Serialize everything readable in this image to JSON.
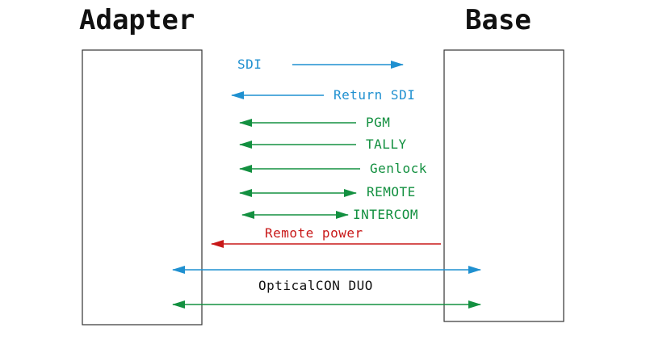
{
  "colors": {
    "blue": "#1f90d0",
    "green": "#139040",
    "red": "#c81818",
    "black": "#111111"
  },
  "left_box": {
    "title": "Adapter"
  },
  "right_box": {
    "title": "Base"
  },
  "signals": [
    {
      "id": "sdi",
      "label": "SDI",
      "color": "blue",
      "direction": "to-base"
    },
    {
      "id": "return-sdi",
      "label": "Return SDI",
      "color": "blue",
      "direction": "to-adapter"
    },
    {
      "id": "pgm",
      "label": "PGM",
      "color": "green",
      "direction": "to-adapter"
    },
    {
      "id": "tally",
      "label": "TALLY",
      "color": "green",
      "direction": "to-adapter"
    },
    {
      "id": "genlock",
      "label": "Genlock",
      "color": "green",
      "direction": "to-adapter"
    },
    {
      "id": "remote",
      "label": "REMOTE",
      "color": "green",
      "direction": "both"
    },
    {
      "id": "intercom",
      "label": "INTERCOM",
      "color": "green",
      "direction": "both"
    },
    {
      "id": "remote-power",
      "label": "Remote power",
      "color": "red",
      "direction": "to-adapter"
    }
  ],
  "fiber": {
    "label": "OpticalCON DUO",
    "lines": [
      {
        "id": "fiber-blue",
        "color": "blue",
        "direction": "both"
      },
      {
        "id": "fiber-green",
        "color": "green",
        "direction": "both"
      }
    ]
  }
}
